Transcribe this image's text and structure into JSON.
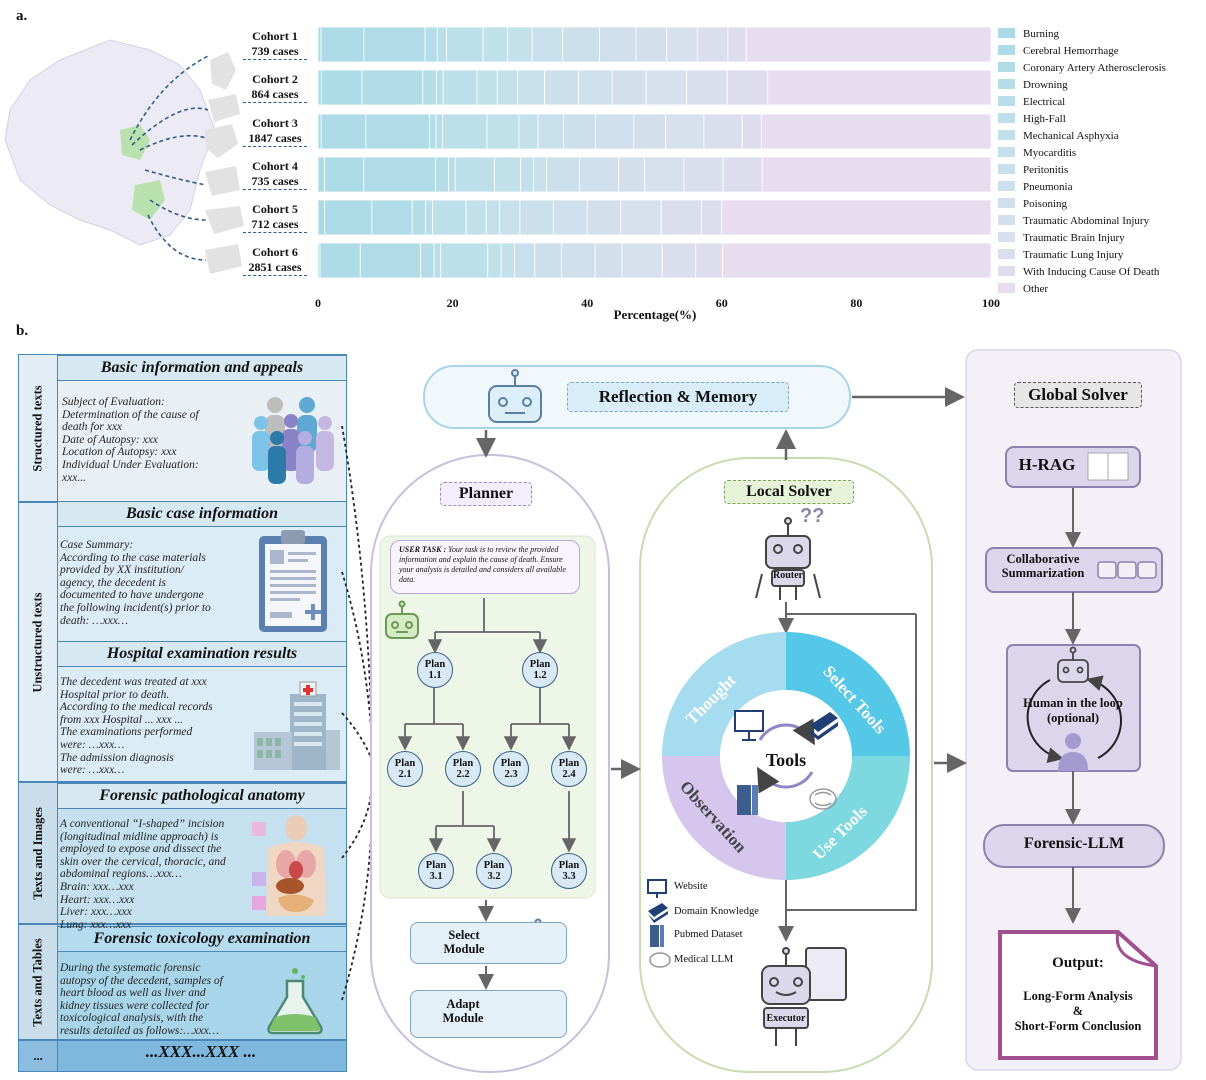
{
  "panels": {
    "a": "a.",
    "b": "b."
  },
  "chart_data": {
    "type": "bar",
    "orientation": "horizontal",
    "stacked": true,
    "xlabel": "Percentage(%)",
    "xlim": [
      0,
      100
    ],
    "xticks": [
      "0",
      "20",
      "40",
      "60",
      "80",
      "100"
    ],
    "categories": [
      {
        "name": "Cohort 1",
        "cases": "739 cases"
      },
      {
        "name": "Cohort 2",
        "cases": "864 cases"
      },
      {
        "name": "Cohort 3",
        "cases": "1847 cases"
      },
      {
        "name": "Cohort 4",
        "cases": "735 cases"
      },
      {
        "name": "Cohort 5",
        "cases": "712 cases"
      },
      {
        "name": "Cohort 6",
        "cases": "2851 cases"
      }
    ],
    "series": [
      {
        "name": "Burning",
        "color": "#aadae7",
        "values": [
          0.5,
          0.5,
          0.5,
          1,
          1,
          0.3
        ]
      },
      {
        "name": "Cerebral Hemorrhage",
        "color": "#addbe7",
        "values": [
          7,
          6,
          7,
          6,
          7,
          6
        ]
      },
      {
        "name": "Coronary Artery Atherosclerosis",
        "color": "#b0dce8",
        "values": [
          10,
          9,
          10,
          11,
          6,
          9
        ]
      },
      {
        "name": "Drowning",
        "color": "#b4dde8",
        "values": [
          2,
          2,
          1,
          2,
          2,
          2
        ]
      },
      {
        "name": "Electrical",
        "color": "#b8dee9",
        "values": [
          1.5,
          1,
          1,
          1,
          1,
          1
        ]
      },
      {
        "name": "High-Fall",
        "color": "#bcdfe9",
        "values": [
          6,
          5,
          7,
          6,
          5,
          7
        ]
      },
      {
        "name": "Mechanical Asphyxia",
        "color": "#c0e0ea",
        "values": [
          4,
          3,
          5,
          4,
          3,
          2
        ]
      },
      {
        "name": "Myocarditis",
        "color": "#c4e0ea",
        "values": [
          4,
          3,
          3,
          2,
          2,
          2
        ]
      },
      {
        "name": "Peritonitis",
        "color": "#c8e0eb",
        "values": [
          5,
          4,
          4,
          2,
          3,
          3
        ]
      },
      {
        "name": "Pneumonia",
        "color": "#cce0eb",
        "values": [
          6,
          5,
          5,
          5,
          5,
          4
        ]
      },
      {
        "name": "Poisoning",
        "color": "#cfe0ec",
        "values": [
          6,
          5,
          6,
          6,
          5,
          5
        ]
      },
      {
        "name": "Traumatic Abdominal Injury",
        "color": "#d3e0ec",
        "values": [
          5,
          5,
          5,
          4,
          5,
          4
        ]
      },
      {
        "name": "Traumatic Brain Injury",
        "color": "#d7e1ed",
        "values": [
          5,
          6,
          6,
          6,
          6,
          6
        ]
      },
      {
        "name": "Traumatic Lung Injury",
        "color": "#dadeed",
        "values": [
          5,
          6,
          6,
          6,
          6,
          5
        ]
      },
      {
        "name": "With Inducing Cause Of Death",
        "color": "#ddddee",
        "values": [
          3,
          6,
          3,
          6,
          3,
          4
        ]
      },
      {
        "name": "Other",
        "color": "#e8dcef",
        "values": [
          40,
          33,
          36,
          35,
          40,
          40
        ]
      }
    ]
  },
  "left": {
    "tabs": [
      "Structured texts",
      "Unstructured texts",
      "Texts and Images",
      "Texts and Tables",
      "..."
    ],
    "sections": {
      "basic_info": {
        "title": "Basic information and appeals",
        "lines": [
          "Subject of Evaluation:",
          "Determination of the cause of",
          "death for xxx",
          "Date of Autopsy: xxx",
          "Location of Autopsy: xxx",
          "Individual Under Evaluation:",
          "xxx..."
        ]
      },
      "case_info": {
        "title": "Basic case information",
        "lines": [
          "Case Summary:",
          "According to the case materials",
          "provided by XX institution/",
          "agency, the decedent is",
          "documented to have undergone",
          "the following incident(s) prior to",
          "death: …xxx…"
        ]
      },
      "hospital": {
        "title": "Hospital examination results",
        "lines": [
          "The decedent was treated at xxx",
          "Hospital prior to death.",
          "According to the medical records",
          "from xxx Hospital ... xxx ...",
          "The examinations performed",
          "were: …xxx…",
          "The admission diagnosis",
          "were: …xxx…"
        ]
      },
      "anatomy": {
        "title": "Forensic pathological anatomy",
        "lines": [
          "A conventional “I-shaped” incision",
          "(longitudinal midline approach) is",
          "employed to expose and dissect the",
          "skin over the cervical, thoracic, and",
          "abdominal regions…xxx…",
          "Brain: xxx…xxx",
          "Heart: xxx…xxx",
          "Liver: xxx…xxx",
          "Lung: xxx…xxx"
        ]
      },
      "toxicology": {
        "title": "Forensic toxicology examination",
        "lines": [
          "During the systematic forensic",
          "autopsy of the decedent, samples of",
          "heart blood as well as liver and",
          "kidney tissues were collected for",
          "toxicological analysis, with the",
          "results detailed as follows:…xxx…"
        ]
      },
      "more": "...XXX...XXX ..."
    }
  },
  "middle": {
    "reflection": "Reflection & Memory",
    "planner": "Planner",
    "user_task_label": "USER TASK :",
    "user_task_text": "Your task is to review the provided information and explain the cause of death. Ensure your analysis is detailed and considers all available data.",
    "plans": [
      "Plan 1.1",
      "Plan 1.2",
      "Plan 2.1",
      "Plan 2.2",
      "Plan 2.3",
      "Plan 2.4",
      "Plan 3.1",
      "Plan 3.2",
      "Plan 3.3"
    ],
    "select_module": "Select Module",
    "adapt_module": "Adapt Module",
    "local_solver": "Local Solver",
    "router": "Router",
    "executor": "Executor",
    "cycle": {
      "thought": "Thought",
      "select_tools": "Select Tools",
      "use_tools": "Use Tools",
      "observation": "Observation",
      "center": "Tools"
    },
    "tool_legend": [
      "Website",
      "Domain Knowledge",
      "Pubmed Dataset",
      "Medical LLM"
    ]
  },
  "right": {
    "global_solver": "Global Solver",
    "hrag": "H-RAG",
    "collab": "Collaborative Summarization",
    "human": "Human in the loop (optional)",
    "forensic_llm": "Forensic-LLM",
    "output_title": "Output:",
    "output_lines": [
      "Long-Form Analysis",
      "&",
      "Short-Form Conclusion"
    ]
  }
}
